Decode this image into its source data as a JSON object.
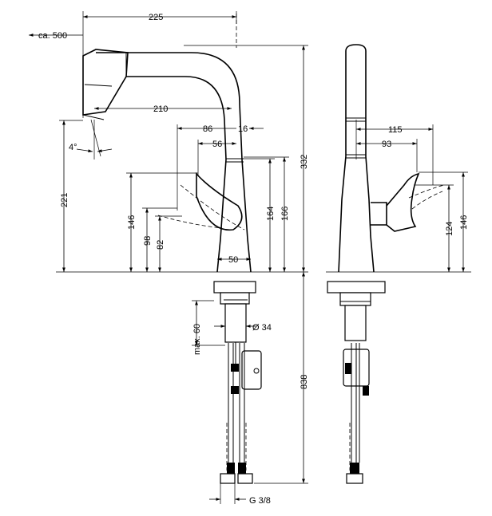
{
  "dimensions": {
    "pullout": "ca. 500",
    "width_top": "225",
    "reach": "210",
    "d86": "86",
    "d16": "16",
    "d56": "56",
    "angle": "4°",
    "h221": "221",
    "h146_left": "146",
    "h98": "98",
    "h82": "82",
    "h164": "164",
    "h166": "166",
    "base50": "50",
    "h332": "332",
    "d115": "115",
    "d93": "93",
    "h124": "124",
    "h146_right": "146",
    "max60": "max. 60",
    "dia34": "Ø 34",
    "h838": "838",
    "thread": "G 3/8"
  }
}
